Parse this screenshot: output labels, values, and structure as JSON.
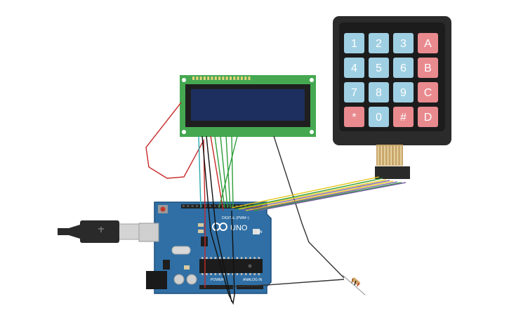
{
  "keypad": {
    "keys": [
      {
        "label": "1",
        "kind": "digit"
      },
      {
        "label": "2",
        "kind": "digit"
      },
      {
        "label": "3",
        "kind": "digit"
      },
      {
        "label": "A",
        "kind": "letter"
      },
      {
        "label": "4",
        "kind": "digit"
      },
      {
        "label": "5",
        "kind": "digit"
      },
      {
        "label": "6",
        "kind": "digit"
      },
      {
        "label": "B",
        "kind": "letter"
      },
      {
        "label": "7",
        "kind": "digit"
      },
      {
        "label": "8",
        "kind": "digit"
      },
      {
        "label": "9",
        "kind": "digit"
      },
      {
        "label": "C",
        "kind": "letter"
      },
      {
        "label": "*",
        "kind": "letter"
      },
      {
        "label": "0",
        "kind": "digit"
      },
      {
        "label": "#",
        "kind": "letter"
      },
      {
        "label": "D",
        "kind": "letter"
      }
    ],
    "colors": {
      "body": "#2b2b2b",
      "digit": "#9fcfe3",
      "letter": "#e98a8f",
      "key_text": "#ffffff"
    }
  },
  "arduino": {
    "board_label": "UNO",
    "digital_label": "DIGITAL (PWM~)",
    "analog_label": "ANALOG IN",
    "power_label": "POWER",
    "on_label": "ON",
    "colors": {
      "board": "#2f6fa5",
      "board_edge": "#1d4f7c",
      "header": "#222222",
      "text": "#ffffff"
    }
  },
  "lcd": {
    "colors": {
      "pcb": "#45a851",
      "frame": "#1f1f1f",
      "screen": "#1d2f5e"
    }
  },
  "wires": {
    "colors": {
      "red": "#c62828",
      "black": "#111111",
      "green": "#2e9e3a",
      "teal": "#2aa8b0",
      "yellow": "#e6c619",
      "purple": "#7b5ea7",
      "gray": "#444444"
    }
  },
  "icons": [
    "usb-cable-icon",
    "resistor-icon",
    "arduino-logo-icon"
  ]
}
